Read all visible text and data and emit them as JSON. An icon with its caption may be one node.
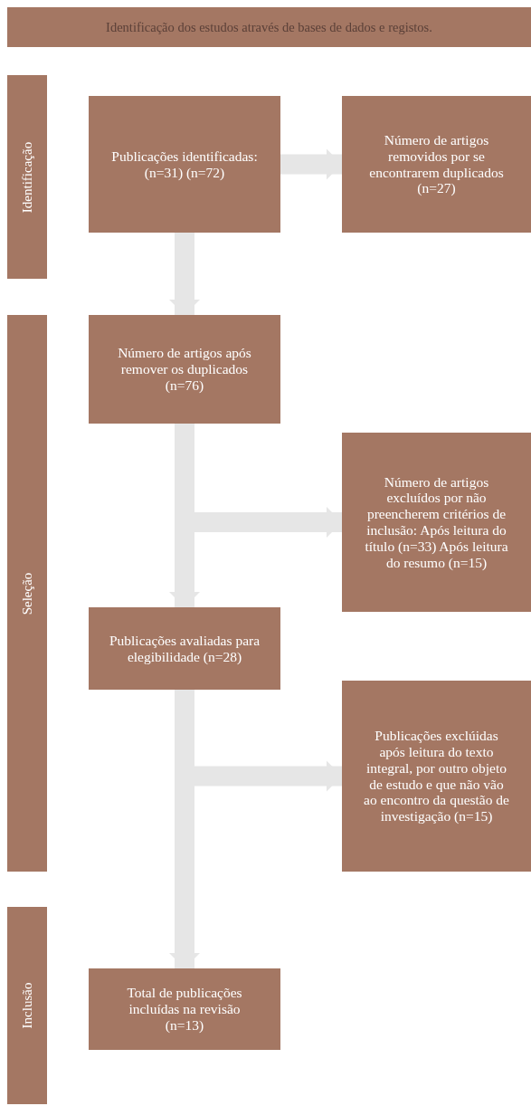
{
  "diagram": {
    "nodes": [
      {
        "text": [
          "Identificação dos estudos através de bases de dados e registos."
        ]
      },
      {
        "text": [
          "Identificação"
        ]
      },
      {
        "text": [
          "Publicações identificadas: (n=31) (n=72)"
        ]
      },
      {
        "text": [
          "Número de artigos removidos por se encontrarem duplicados (n=27)"
        ]
      },
      {
        "text": [
          "Seleção"
        ]
      },
      {
        "text": [
          "Número de artigos após remover os duplicados (n=76)"
        ]
      },
      {
        "text": [
          "Número de artigos excluídos por não preencherem critérios de inclusão: Após leitura do título (n=33) Após leitura do resumo (n=15)"
        ]
      },
      {
        "text": [
          "Publicações avaliadas para elegibilidade (n=28)"
        ]
      },
      {
        "text": [
          "Publicações exclúidas após leitura do texto integral, por outro objeto de estudo e que não vão ao encontro da questão de investigação (n=15)"
        ]
      },
      {
        "text": [
          "Inclusão"
        ]
      },
      {
        "text": [
          "Total de publicações incluídas na revisão (n=13)"
        ]
      }
    ],
    "edges": [
      {
        "from": 2,
        "to": 3,
        "arrow": "to"
      },
      {
        "from": 2,
        "to": 5,
        "arrow": "to"
      },
      {
        "from": 5,
        "to": 7,
        "arrow": "to"
      },
      {
        "from": 5,
        "to": 6,
        "arrow": "to"
      },
      {
        "from": 7,
        "to": 8,
        "arrow": "to"
      },
      {
        "from": 7,
        "to": 10,
        "arrow": "to"
      }
    ]
  }
}
